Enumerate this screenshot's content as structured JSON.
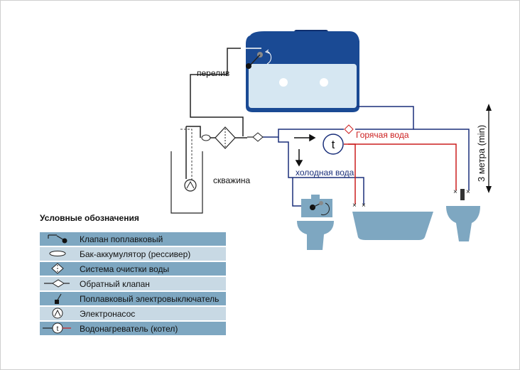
{
  "labels": {
    "overflow": "перелив",
    "well": "скважина",
    "hot_water": "Горячая вода",
    "cold_water": "холодная вода",
    "height": "3 метра (min)",
    "heater_symbol": "t"
  },
  "legend": {
    "title": "Условные обозначения",
    "items": [
      {
        "label": "Клапан поплавковый"
      },
      {
        "label": "Бак-аккумулятор (рессивер)"
      },
      {
        "label": "Система очистки воды"
      },
      {
        "label": "Обратный клапан"
      },
      {
        "label": "Поплавковый электровыключатель"
      },
      {
        "label": "Электронасос"
      },
      {
        "label": "Водонагреватель (котел)"
      }
    ]
  },
  "colors": {
    "tank_dark": "#1a4a94",
    "tank_light": "#d6e7f2",
    "pipe_dark": "#1a2f7a",
    "pipe_hot": "#cc1f1f",
    "fixture": "#7ea7c1",
    "legend_dark": "#7ea7c1",
    "legend_light": "#c8d9e4",
    "line": "#222222"
  }
}
